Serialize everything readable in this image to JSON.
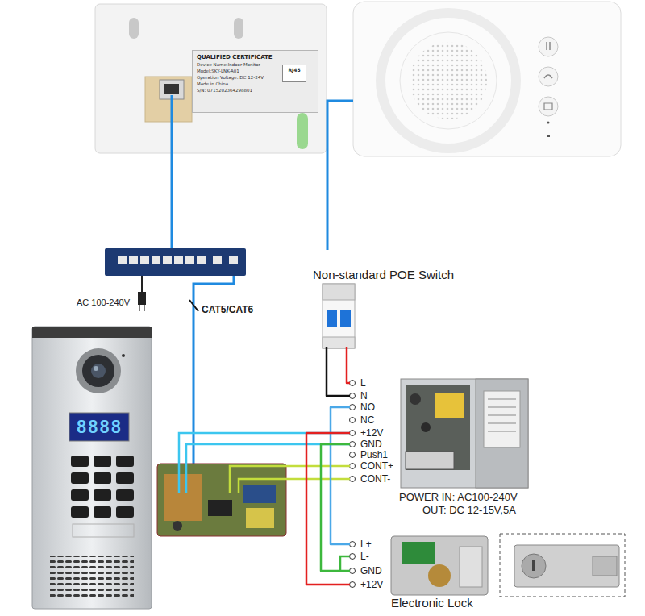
{
  "diagram": {
    "nodes": [
      {
        "text": [
          "QUALIFIED CERTIFICATE",
          "Device Name:Indoor Monitor",
          "Model:SKY-LNK-A01",
          "Operation Voltage: DC 12-24V",
          "Made in China",
          "S/N: 0715202364298801"
        ]
      },
      {
        "text": [
          "Non-standard POE Switch"
        ]
      },
      {
        "text": [
          "8888"
        ]
      },
      {
        "text": [
          "POWER IN: AC100-240V",
          "OUT: DC 12-15V,5A"
        ]
      },
      {
        "text": [
          "Electronic Lock"
        ]
      }
    ],
    "edges": [
      {
        "from": 1,
        "to": 3,
        "arrow": "none"
      },
      {
        "from": 1,
        "to": 3,
        "arrow": "none"
      },
      {
        "from": 2,
        "to": 3,
        "arrow": "none"
      },
      {
        "from": 2,
        "to": 3,
        "arrow": "none"
      },
      {
        "from": 2,
        "to": 3,
        "arrow": "none"
      },
      {
        "from": 2,
        "to": 3,
        "arrow": "none"
      },
      {
        "from": 3,
        "to": 4,
        "arrow": "none"
      },
      {
        "from": 3,
        "to": 4,
        "arrow": "none"
      },
      {
        "from": 3,
        "to": 4,
        "arrow": "none"
      }
    ],
    "labels": [
      "AC 100-240V",
      "CAT5/CAT6",
      "RJ45",
      "L",
      "N",
      "NO",
      "NC",
      "+12V",
      "GND",
      "Push1",
      "CONT+",
      "CONT-",
      "L+",
      "L-",
      "GND",
      "+12V"
    ]
  }
}
